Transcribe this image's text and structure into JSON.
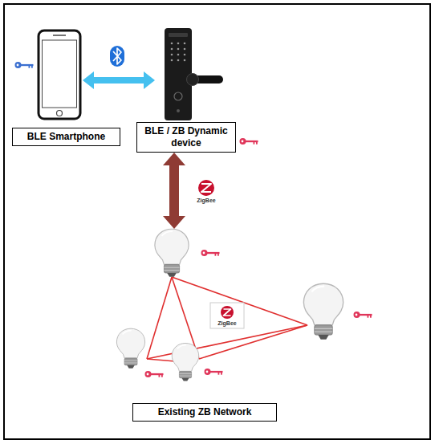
{
  "diagram": {
    "nodes": [
      {
        "text": [
          "BLE Smartphone"
        ]
      },
      {
        "text": [
          "BLE / ZB Dynamic device"
        ]
      },
      {
        "text": [
          "Existing ZB Network"
        ]
      }
    ],
    "edges": [
      {
        "from": 0,
        "to": 1,
        "arrow": "both"
      },
      {
        "from": 1,
        "to": 2,
        "arrow": "both"
      }
    ],
    "labels": [
      "ZigBee",
      "ZigBee"
    ]
  }
}
